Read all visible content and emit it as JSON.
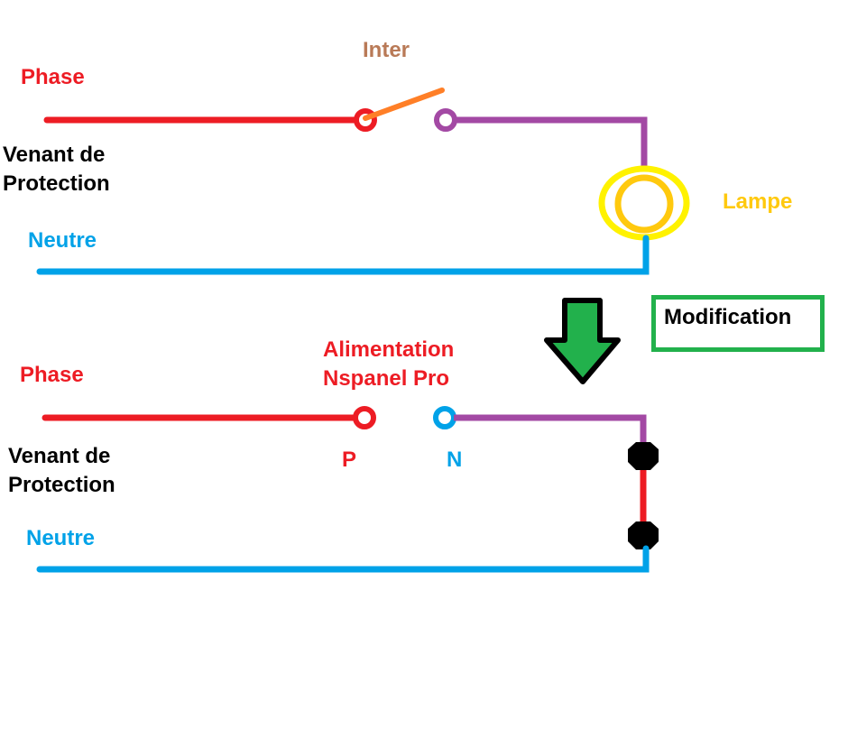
{
  "colors": {
    "phase": "#ed1c24",
    "neutral": "#00a2e8",
    "switched": "#a349a4",
    "switch_lever": "#ff7f27",
    "lamp_outer": "#fff200",
    "lamp_inner": "#ffc90e",
    "inter_label": "#b97a57",
    "arrow_fill": "#22b14c",
    "connector": "#000000",
    "text_dark": "#000000"
  },
  "top_circuit": {
    "phase_label": "Phase",
    "source_label": "Venant de\nProtection",
    "neutral_label": "Neutre",
    "switch_label": "Inter",
    "lamp_label": "Lampe"
  },
  "transition": {
    "label": "Modification",
    "arrow_icon": "down-arrow-icon"
  },
  "bottom_circuit": {
    "phase_label": "Phase",
    "source_label": "Venant de\nProtection",
    "neutral_label": "Neutre",
    "supply_label": "Alimentation\nNspanel Pro",
    "terminal_p_label": "P",
    "terminal_n_label": "N"
  }
}
